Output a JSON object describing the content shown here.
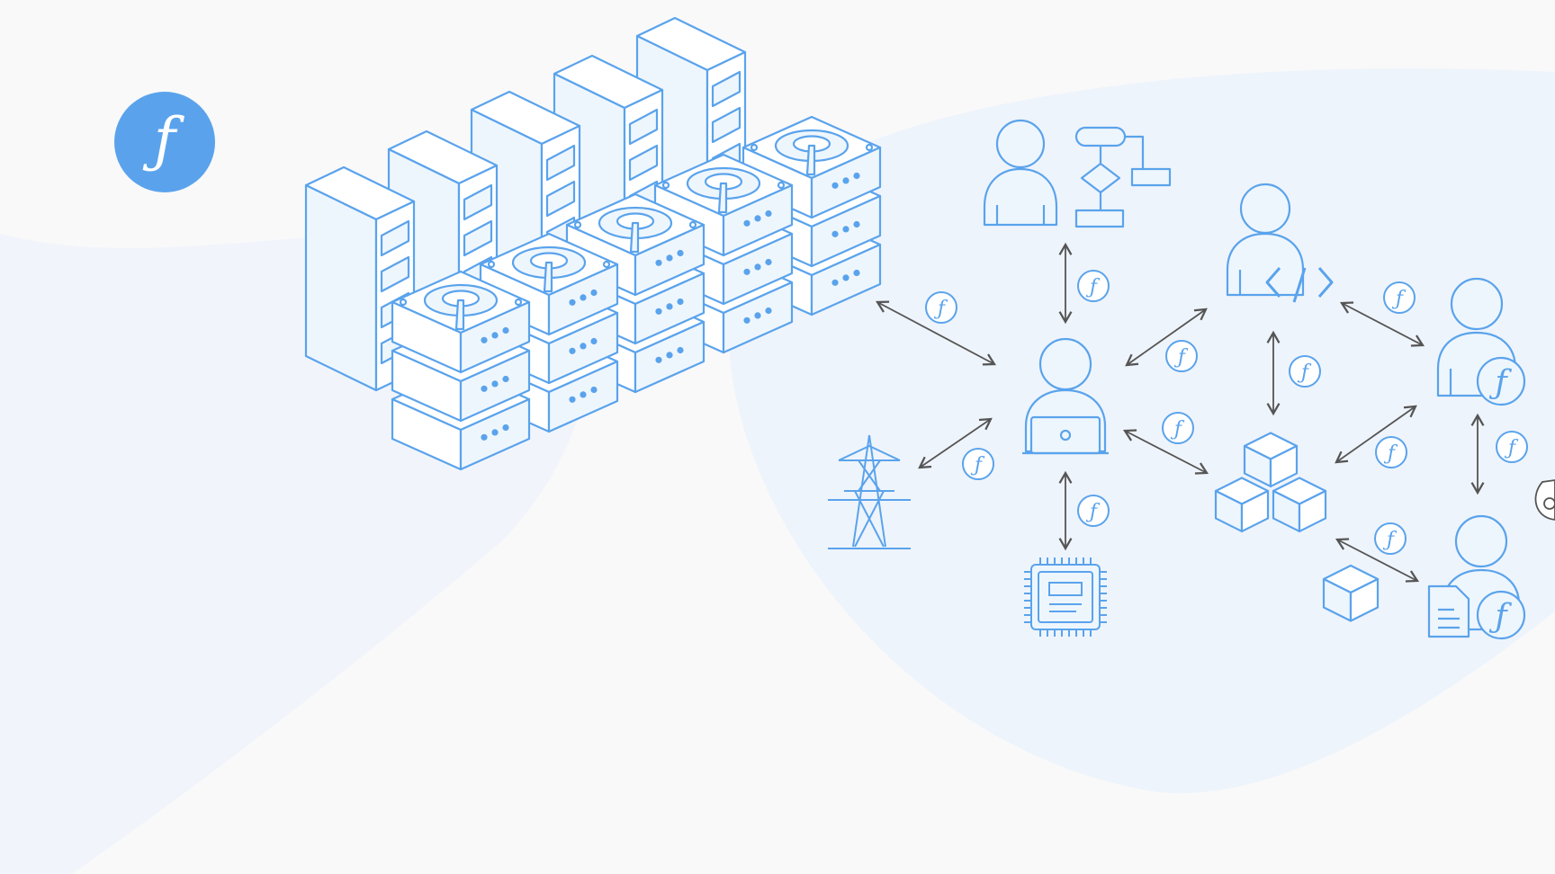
{
  "brand": {
    "logo_glyph": "ƒ",
    "logo_icon": "filecoin-logo-icon",
    "accent_color": "#5aa3ec",
    "icon_stroke_color": "#5aa3ec",
    "icon_fill_color": "#eef6fd",
    "arrow_color": "#555555",
    "background_color": "#f9f9fa",
    "blob_color": "#eef4fb"
  },
  "token": {
    "glyph": "ƒ",
    "icon": "filecoin-token-icon"
  },
  "nodes": [
    {
      "name": "server-racks",
      "icon": "server-rack-icon"
    },
    {
      "name": "storage-drives",
      "icon": "hard-drive-icon"
    },
    {
      "name": "central-user",
      "icon": "laptop-user-icon"
    },
    {
      "name": "workflow-user",
      "icon": "user-flowchart-icon"
    },
    {
      "name": "developer-user",
      "icon": "user-code-icon"
    },
    {
      "name": "token-holder-user",
      "icon": "user-token-icon"
    },
    {
      "name": "power-tower",
      "icon": "power-tower-icon"
    },
    {
      "name": "chip",
      "icon": "chip-icon"
    },
    {
      "name": "blocks",
      "icon": "blocks-icon"
    },
    {
      "name": "contract-user",
      "icon": "user-document-icon"
    },
    {
      "name": "package-box",
      "icon": "package-icon"
    },
    {
      "name": "money-bag",
      "icon": "money-bag-icon"
    }
  ],
  "connections": [
    {
      "from": "storage-drives",
      "to": "central-user"
    },
    {
      "from": "workflow-user",
      "to": "central-user"
    },
    {
      "from": "power-tower",
      "to": "central-user"
    },
    {
      "from": "central-user",
      "to": "chip"
    },
    {
      "from": "central-user",
      "to": "developer-user"
    },
    {
      "from": "central-user",
      "to": "blocks"
    },
    {
      "from": "developer-user",
      "to": "blocks"
    },
    {
      "from": "developer-user",
      "to": "token-holder-user"
    },
    {
      "from": "token-holder-user",
      "to": "blocks"
    },
    {
      "from": "token-holder-user",
      "to": "contract-user"
    },
    {
      "from": "package-box",
      "to": "contract-user"
    }
  ]
}
